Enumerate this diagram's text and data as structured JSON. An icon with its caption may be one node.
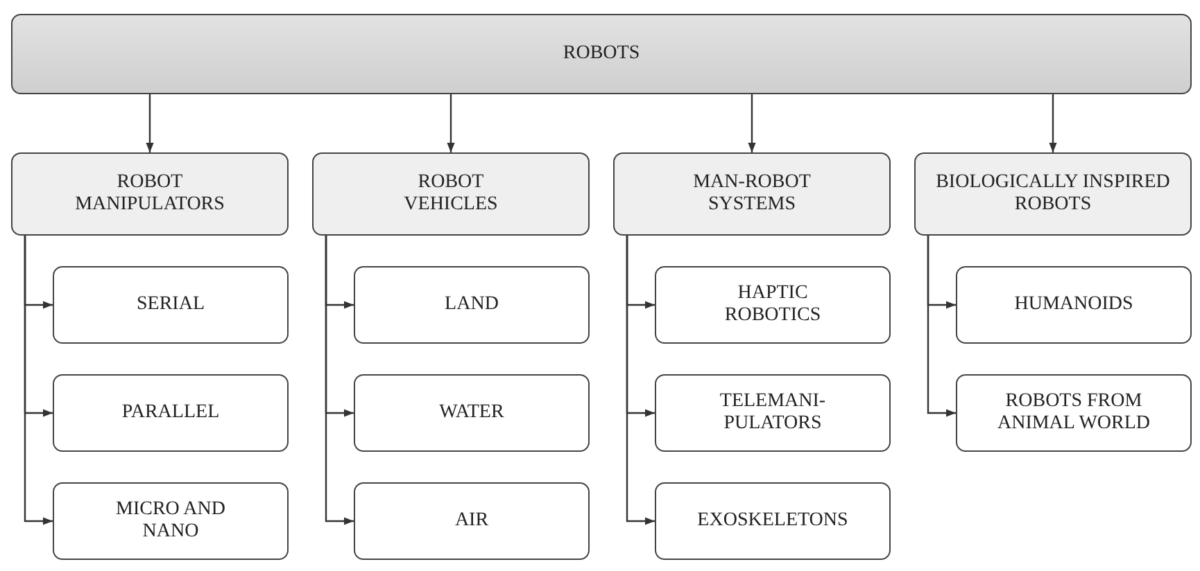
{
  "diagram": {
    "nodes": [
      {
        "text": [
          "ROBOTS"
        ]
      },
      {
        "text": [
          "ROBOT MANIPULATORS"
        ]
      },
      {
        "text": [
          "SERIAL"
        ]
      },
      {
        "text": [
          "PARALLEL"
        ]
      },
      {
        "text": [
          "MICRO AND NANO"
        ]
      },
      {
        "text": [
          "ROBOT VEHICLES"
        ]
      },
      {
        "text": [
          "LAND"
        ]
      },
      {
        "text": [
          "WATER"
        ]
      },
      {
        "text": [
          "AIR"
        ]
      },
      {
        "text": [
          "MAN-ROBOT SYSTEMS"
        ]
      },
      {
        "text": [
          "HAPTIC ROBOTICS"
        ]
      },
      {
        "text": [
          "TELEMANI- PULATORS"
        ]
      },
      {
        "text": [
          "EXOSKELETONS"
        ]
      },
      {
        "text": [
          "BIOLOGICALLY INSPIRED ROBOTS"
        ]
      },
      {
        "text": [
          "HUMANOIDS"
        ]
      },
      {
        "text": [
          "ROBOTS FROM ANIMAL WORLD"
        ]
      }
    ],
    "edges": [
      {
        "from": 0,
        "to": 1,
        "arrow": "to"
      },
      {
        "from": 0,
        "to": 5,
        "arrow": "to"
      },
      {
        "from": 0,
        "to": 9,
        "arrow": "to"
      },
      {
        "from": 0,
        "to": 13,
        "arrow": "to"
      },
      {
        "from": 1,
        "to": 2,
        "arrow": "to"
      },
      {
        "from": 1,
        "to": 3,
        "arrow": "to"
      },
      {
        "from": 1,
        "to": 4,
        "arrow": "to"
      },
      {
        "from": 5,
        "to": 6,
        "arrow": "to"
      },
      {
        "from": 5,
        "to": 7,
        "arrow": "to"
      },
      {
        "from": 5,
        "to": 8,
        "arrow": "to"
      },
      {
        "from": 9,
        "to": 10,
        "arrow": "to"
      },
      {
        "from": 9,
        "to": 11,
        "arrow": "to"
      },
      {
        "from": 9,
        "to": 12,
        "arrow": "to"
      },
      {
        "from": 13,
        "to": 14,
        "arrow": "to"
      },
      {
        "from": 13,
        "to": 15,
        "arrow": "to"
      }
    ]
  }
}
